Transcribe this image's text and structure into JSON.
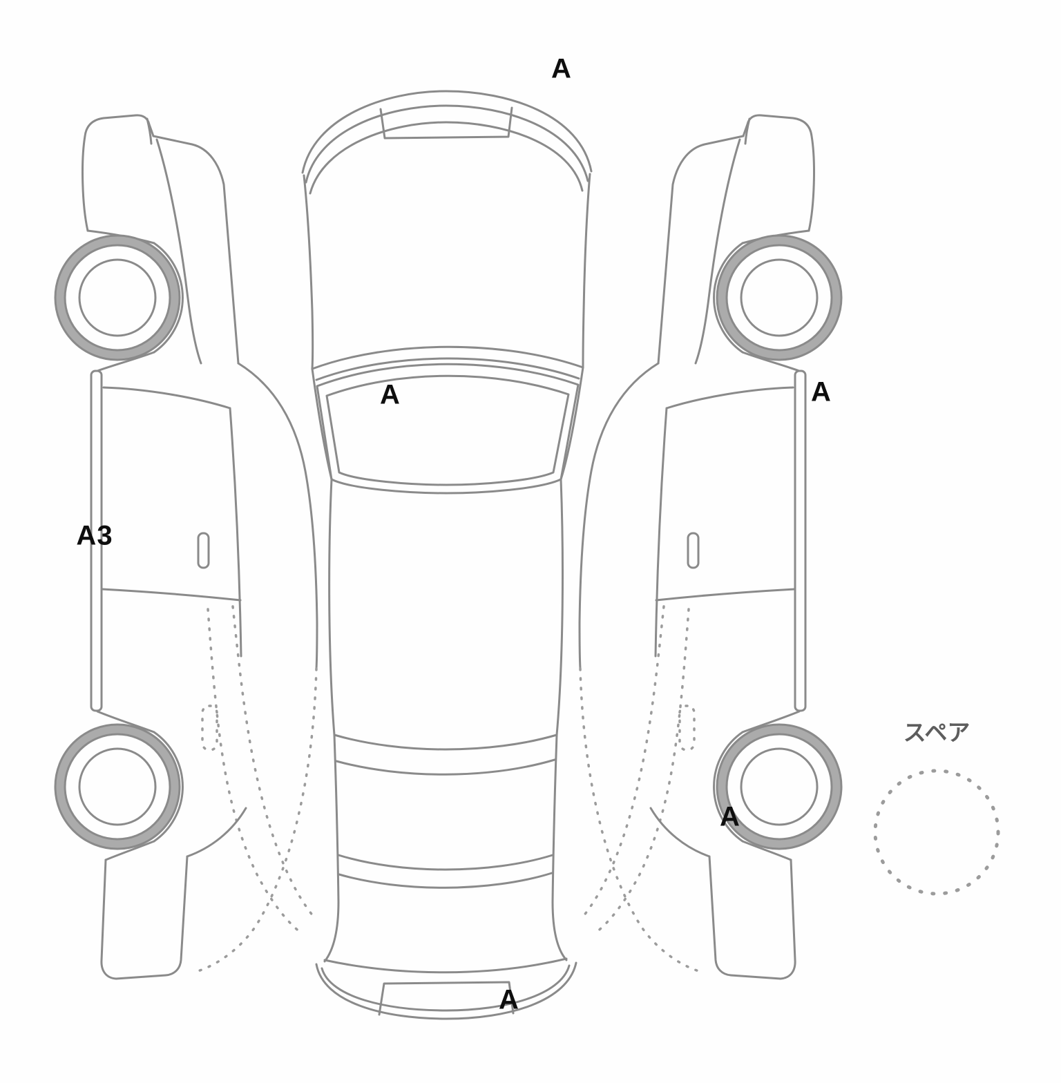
{
  "diagram": {
    "annotations": [
      {
        "label": "A",
        "location": "front-bumper"
      },
      {
        "label": "A",
        "location": "windshield"
      },
      {
        "label": "A3",
        "location": "left-side-sill"
      },
      {
        "label": "A",
        "location": "right-side-sill"
      },
      {
        "label": "A",
        "location": "right-rear-wheel"
      },
      {
        "label": "A",
        "location": "rear-bumper"
      }
    ],
    "spare": {
      "label": "スペア"
    },
    "colors": {
      "line": "#8a8a8a",
      "tire": "#ababab",
      "annotation": "#0e0e0e"
    }
  }
}
